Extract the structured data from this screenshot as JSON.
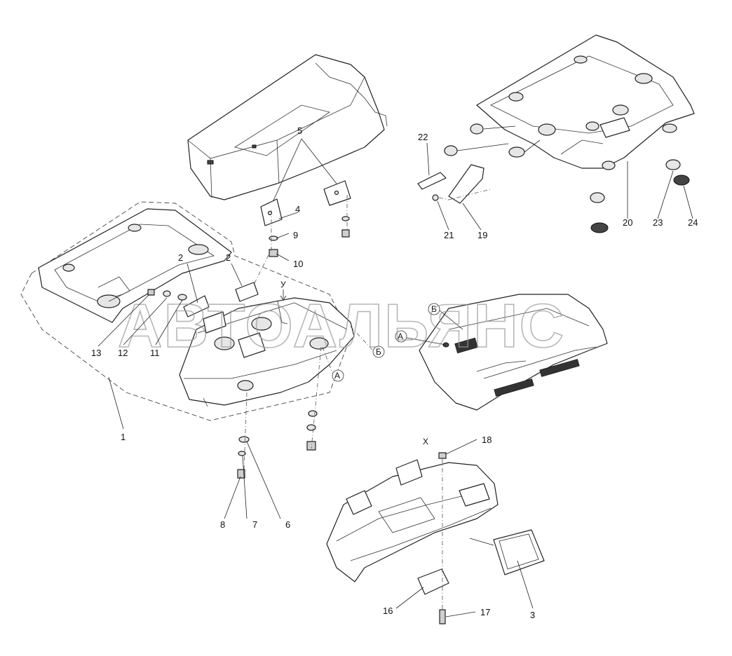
{
  "watermark": "АВТОАЛЬЯНС",
  "view_labels": {
    "view_a_arrow": "У",
    "view_x_bottom": "Х",
    "A": "A",
    "B": "Б"
  },
  "callouts": [
    {
      "id": "c1",
      "text": "1"
    },
    {
      "id": "c2a",
      "text": "2"
    },
    {
      "id": "c2b",
      "text": "2"
    },
    {
      "id": "c3",
      "text": "3"
    },
    {
      "id": "c4",
      "text": "4"
    },
    {
      "id": "c5",
      "text": "5"
    },
    {
      "id": "c6",
      "text": "6"
    },
    {
      "id": "c7",
      "text": "7"
    },
    {
      "id": "c8",
      "text": "8"
    },
    {
      "id": "c9",
      "text": "9"
    },
    {
      "id": "c10",
      "text": "10"
    },
    {
      "id": "c11",
      "text": "11"
    },
    {
      "id": "c12",
      "text": "12"
    },
    {
      "id": "c13",
      "text": "13"
    },
    {
      "id": "c16",
      "text": "16"
    },
    {
      "id": "c17",
      "text": "17"
    },
    {
      "id": "c18",
      "text": "18"
    },
    {
      "id": "c19",
      "text": "19"
    },
    {
      "id": "c20",
      "text": "20"
    },
    {
      "id": "c21",
      "text": "21"
    },
    {
      "id": "c22",
      "text": "22"
    },
    {
      "id": "c23",
      "text": "23"
    },
    {
      "id": "c24",
      "text": "24"
    }
  ]
}
